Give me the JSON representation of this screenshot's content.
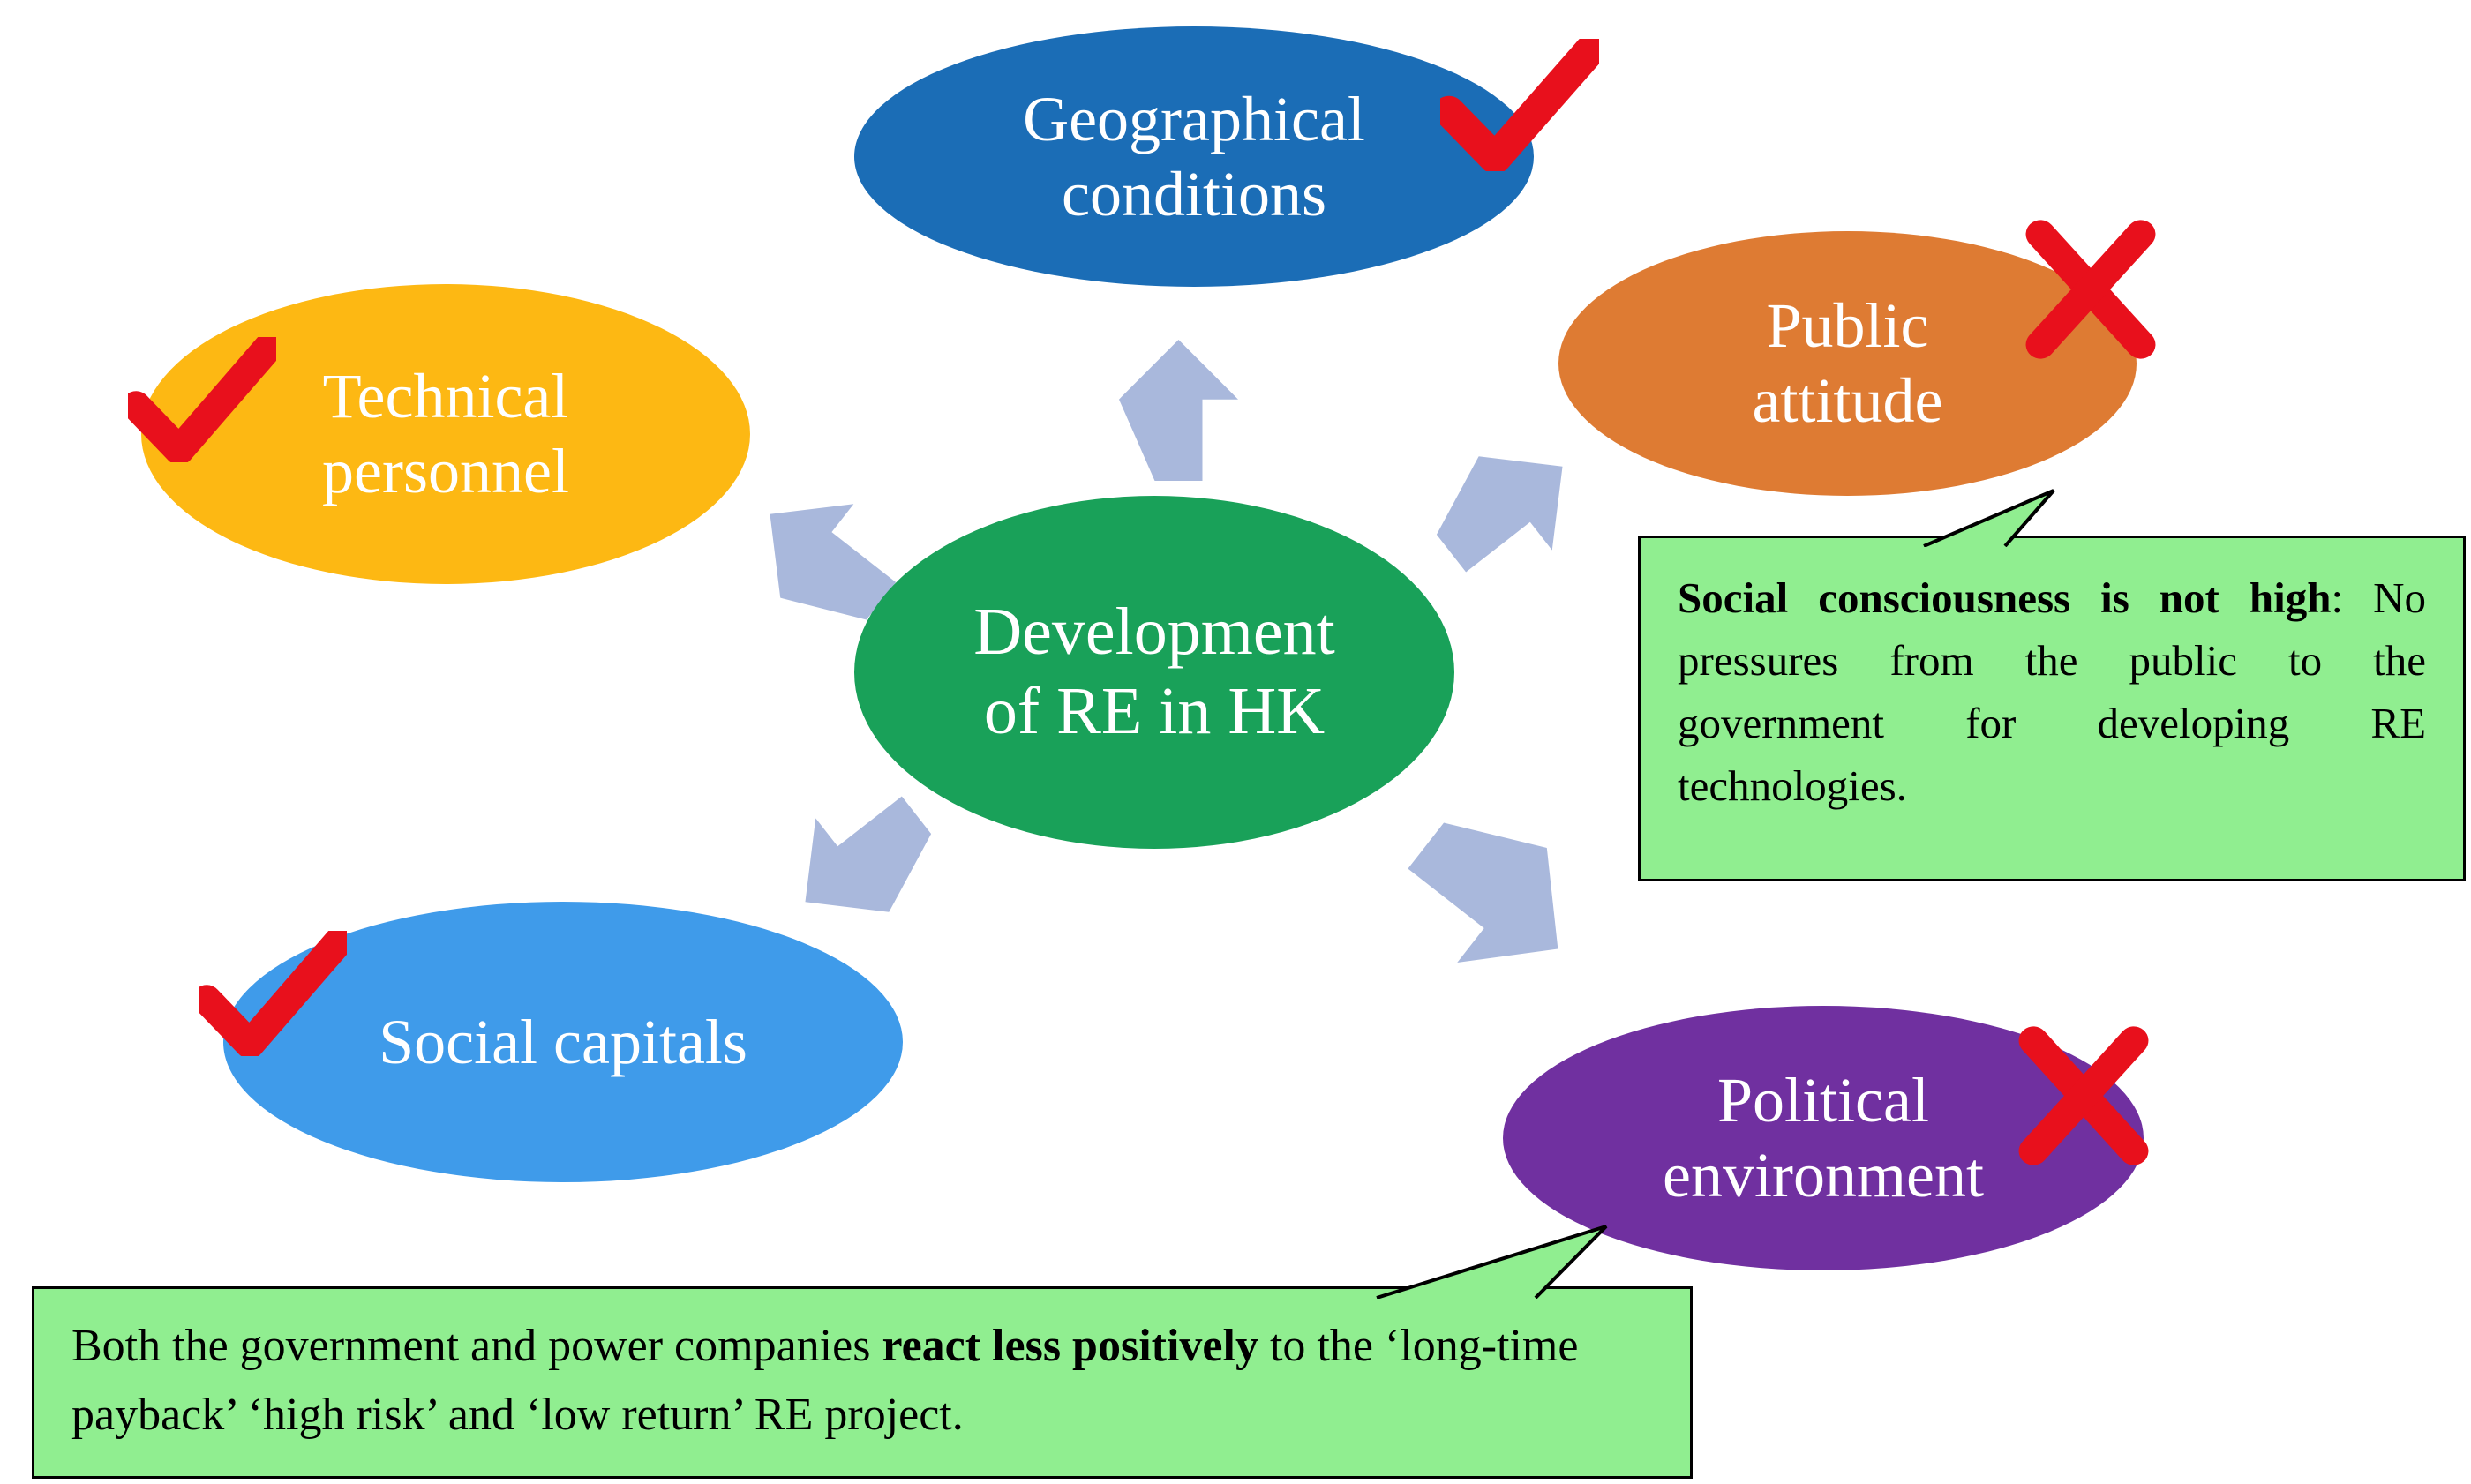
{
  "title": "Development of RE in HK factor diagram",
  "center": {
    "line1": "Development",
    "line2": "of RE in HK",
    "color": "#19A159"
  },
  "nodes": {
    "geographical": {
      "line1": "Geographical",
      "line2": "conditions",
      "color": "#1B6DB6",
      "mark": "check"
    },
    "technical": {
      "line1": "Technical",
      "line2": "personnel",
      "color": "#FDB813",
      "mark": "check"
    },
    "public": {
      "line1": "Public",
      "line2": "attitude",
      "color": "#DE7B33",
      "mark": "cross"
    },
    "social": {
      "line1": "Social capitals",
      "line2": "",
      "color": "#3F9BEA",
      "mark": "check"
    },
    "political": {
      "line1": "Political",
      "line2": "environment",
      "color": "#7030A0",
      "mark": "cross"
    }
  },
  "callout_public": {
    "bold": "Social consciousness is not high",
    "rest": ": No pressures from the public to the government for developing RE technologies."
  },
  "callout_political": {
    "pre": "Both the government and power companies ",
    "bold": "react less positively",
    "post": " to the ‘long-time payback’ ‘high risk’ and ‘low return’ RE project."
  },
  "colors": {
    "arrow": "#A9B8DC",
    "mark": "#E8101C",
    "callout_bg": "#90EE90",
    "callout_border": "#000000"
  }
}
